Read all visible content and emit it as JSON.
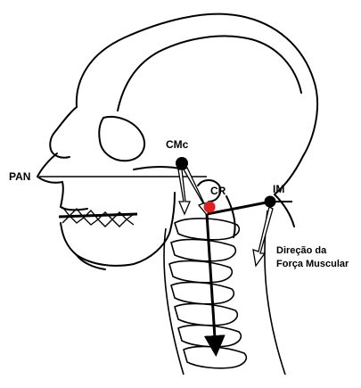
{
  "figure": {
    "labels": {
      "pan": "PAN",
      "cmc": "CMc",
      "cr": "CR",
      "im": "IM",
      "force_line1": "Direção da",
      "force_line2": "Força Muscular"
    },
    "colors": {
      "ink": "#000000",
      "cr_marker": "#e0201f",
      "background": "#ffffff"
    }
  }
}
